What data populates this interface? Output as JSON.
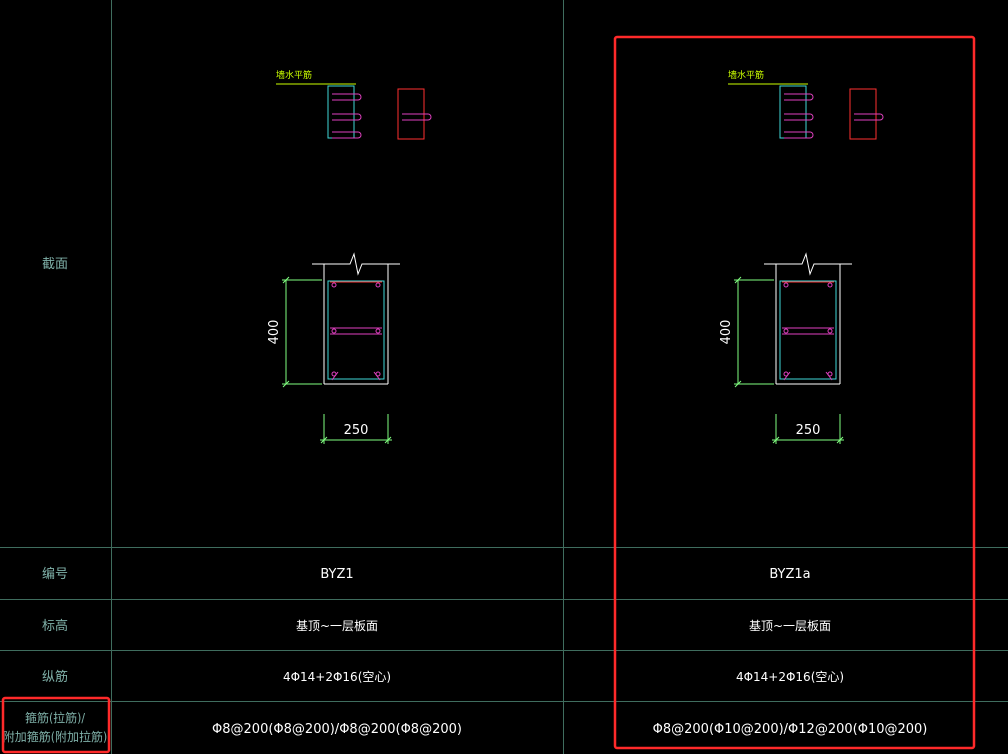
{
  "colors": {
    "grid": "#3f6d5e",
    "label_text": "#7fb0a8",
    "value_text": "#ffffff",
    "highlight": "#ff2a2a",
    "section_outline": "#ffffff",
    "rebar_pink": "#e040c0",
    "rebar_cyan": "#40d8d8",
    "rebar_red": "#ff3030",
    "dimension": "#80ff80",
    "callout_text": "#ccff00"
  },
  "row_labels": {
    "section": "截面",
    "number": "编号",
    "elevation": "标高",
    "longitudinal": "纵筋",
    "stirrup_line1": "箍筋(拉筋)/",
    "stirrup_line2": "附加箍筋(附加拉筋)"
  },
  "columns": [
    {
      "callout": "墙水平筋",
      "dim_height": "400",
      "dim_width": "250",
      "number": "BYZ1",
      "elevation": "基顶~一层板面",
      "longitudinal": "4Φ14+2Φ16(空心)",
      "stirrup": "Φ8@200(Φ8@200)/Φ8@200(Φ8@200)"
    },
    {
      "callout": "墙水平筋",
      "dim_height": "400",
      "dim_width": "250",
      "number": "BYZ1a",
      "elevation": "基顶~一层板面",
      "longitudinal": "4Φ14+2Φ16(空心)",
      "stirrup": "Φ8@200(Φ10@200)/Φ12@200(Φ10@200)"
    }
  ]
}
